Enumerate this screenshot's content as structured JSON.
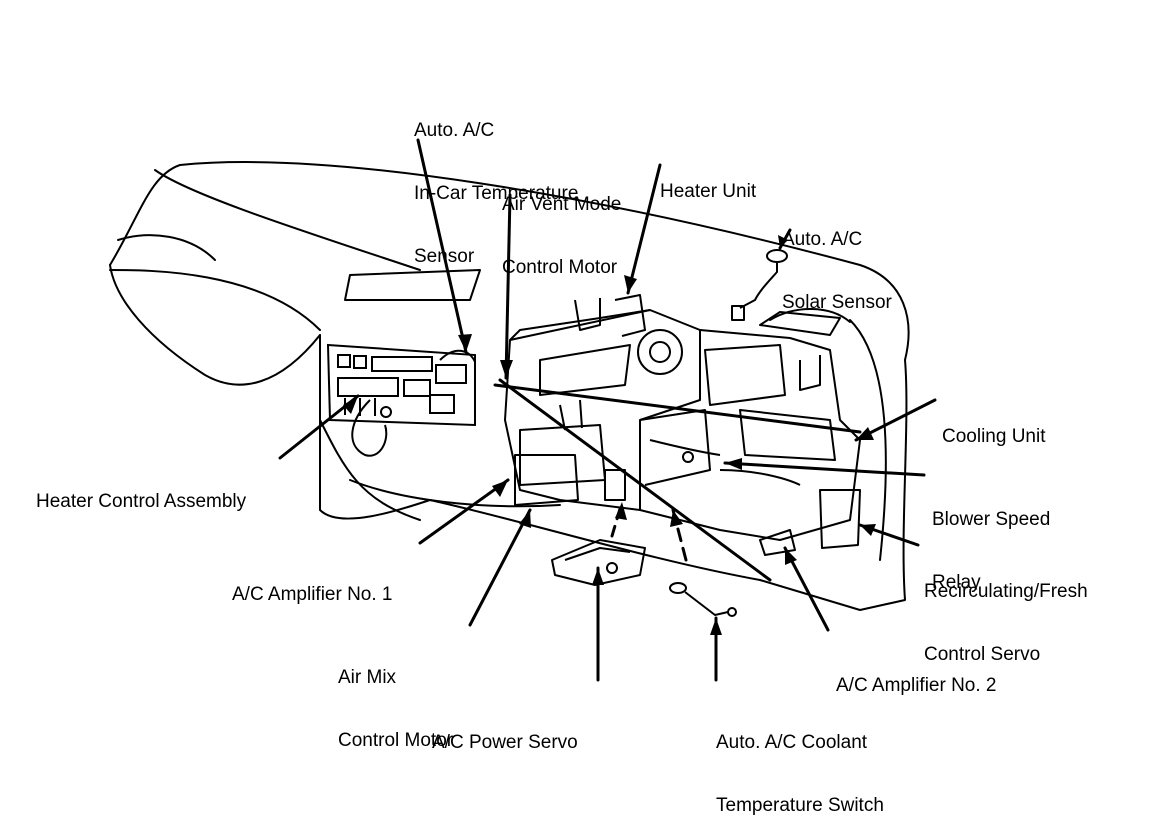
{
  "labels": {
    "incar_sensor": [
      "Auto. A/C",
      "In-Car Temperature",
      "Sensor"
    ],
    "air_vent_motor": [
      "Air Vent Mode",
      "Control Motor"
    ],
    "heater_unit": [
      "Heater Unit"
    ],
    "solar_sensor": [
      "Auto. A/C",
      "Solar Sensor"
    ],
    "cooling_unit": [
      "Cooling Unit"
    ],
    "heater_control": [
      "Heater Control Assembly"
    ],
    "blower_relay": [
      "Blower Speed",
      "Relay"
    ],
    "recirc_servo": [
      "Recirculating/Fresh",
      "Control Servo"
    ],
    "amp1": [
      "A/C Amplifier No. 1"
    ],
    "amp2": [
      "A/C Amplifier No. 2"
    ],
    "air_mix_motor": [
      "Air Mix",
      "Control Motor"
    ],
    "power_servo": [
      "A/C Power Servo"
    ],
    "coolant_switch": [
      "Auto. A/C Coolant",
      "Temperature Switch"
    ]
  },
  "colors": {
    "line": "#000000",
    "background": "#ffffff"
  }
}
